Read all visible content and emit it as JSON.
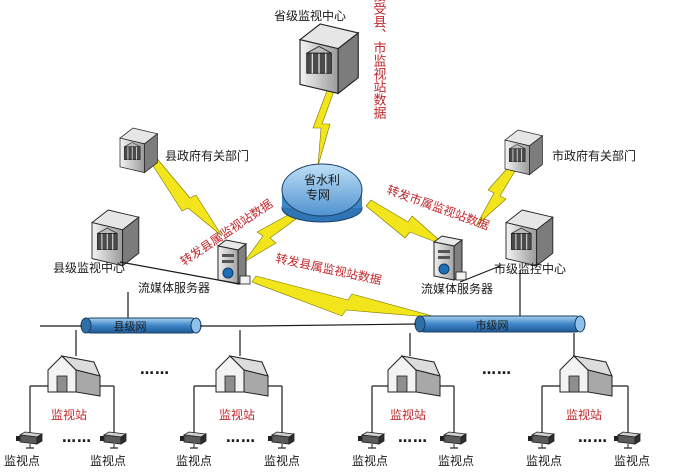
{
  "diagram": {
    "provincial_center": "省级监视中心",
    "provincial_note": "接受县、市监视站数据",
    "provincial_network": [
      "省水利",
      "专网"
    ],
    "county_gov": "县政府有关部门",
    "city_gov": "市政府有关部门",
    "county_center": "县级监视中心",
    "city_center": "市级监控中心",
    "county_server": "流媒体服务器",
    "city_server": "流媒体服务器",
    "county_forward_label": "转发县属监视站数据",
    "city_forward_label": "转发市属监视站数据",
    "cross_forward_label": "转发县属监视站数据",
    "county_network": "县级网",
    "city_network": "市级网",
    "station_label": "监视站",
    "point_label": "监视点",
    "ellipsis_big": "……",
    "ellipsis_small": "……"
  },
  "colors": {
    "link_yellow": "#f2e51b",
    "network_blue": "#5b9bd5",
    "label_red": "#c0282d",
    "text_black": "#1a1a1a"
  }
}
